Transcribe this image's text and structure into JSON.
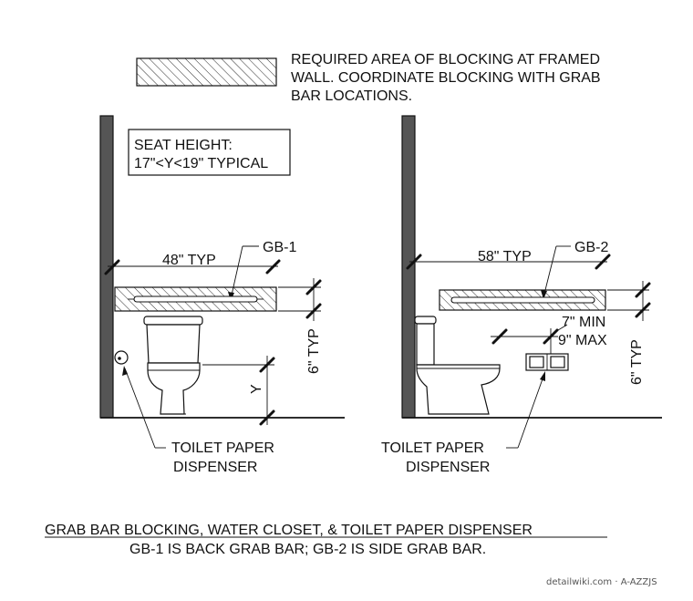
{
  "legend": {
    "line1": "REQUIRED AREA OF BLOCKING AT FRAMED",
    "line2": "WALL. COORDINATE BLOCKING WITH GRAB",
    "line3": "BAR LOCATIONS."
  },
  "left": {
    "note1": "SEAT HEIGHT:",
    "note2": "17\"<Y<19\" TYPICAL",
    "width_label": "48\" TYP",
    "bar_label": "GB-1",
    "vertical_label": "6\" TYP",
    "y_label": "Y",
    "tp1": "TOILET PAPER",
    "tp2": "DISPENSER"
  },
  "right": {
    "width_label": "58\" TYP",
    "bar_label": "GB-2",
    "min_label": "7\" MIN",
    "max_label": "9\" MAX",
    "vertical_label": "6\" TYP",
    "tp1": "TOILET PAPER",
    "tp2": "DISPENSER"
  },
  "caption": {
    "title": "GRAB BAR BLOCKING, WATER CLOSET, & TOILET PAPER DISPENSER",
    "subtitle": "GB-1 IS BACK GRAB BAR; GB-2 IS SIDE GRAB BAR."
  },
  "watermark": "detailwiki.com · A-AZZJS"
}
